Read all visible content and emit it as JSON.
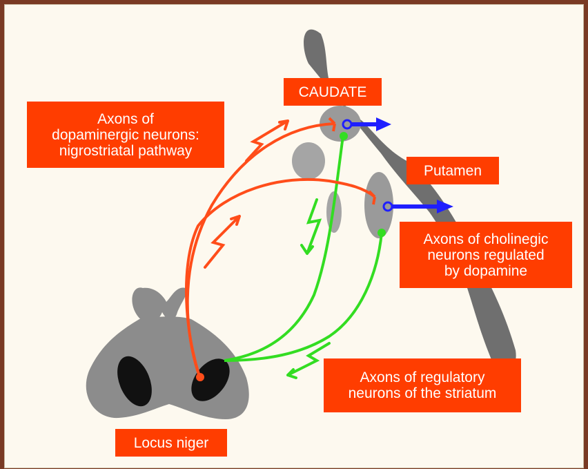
{
  "labels": {
    "caudate": "CAUDATE",
    "putamen": "Putamen",
    "nigrostriatal": "Axons of\ndopaminergic neurons:\nnigrostriatal pathway",
    "cholinergic": "Axons of cholinegic\nneurons regulated\nby dopamine",
    "regulatory": "Axons of regulatory\nneurons of the striatum",
    "locus_niger": "Locus niger"
  },
  "colors": {
    "dopaminergic": "#ff4d1a",
    "cholinergic": "#1f1fff",
    "regulatory": "#33dd22",
    "label_bg": "#ff3d00",
    "tissue": "#8a8a8a",
    "outline": "#6a6a6a"
  }
}
